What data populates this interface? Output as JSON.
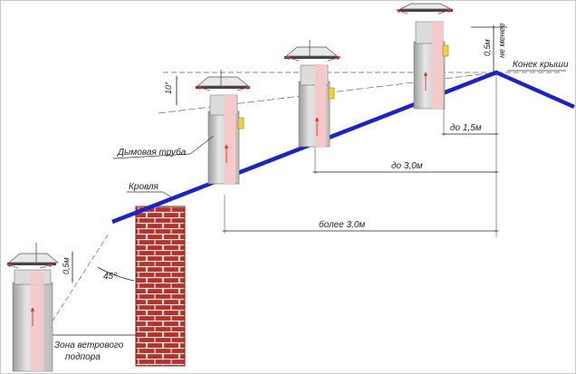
{
  "labels": {
    "ridge": "Конек крыши",
    "roof": "Кровля",
    "chimney_pipe": "Дымовая труба",
    "wind_zone_line1": "Зона ветрового",
    "wind_zone_line2": "подпора",
    "angle_45": "45°",
    "alpha": "10°",
    "h_top": "0,5м",
    "h_top_note": "не менее",
    "h_left": "0,5м",
    "dist_1": "до 1,5м",
    "dist_2": "до 3,0м",
    "dist_3": "более 3,0м"
  },
  "colors": {
    "roof": "#1a23c4",
    "brick": "#b8312a",
    "brick_mortar": "#f2d9d4",
    "pipe": "#d8d8d8",
    "pipe_shadow": "#a9a9a9",
    "pipe_inner": "#f5c9c9",
    "yellow_part": "#f2d23c",
    "arrows": "#e0302a"
  }
}
